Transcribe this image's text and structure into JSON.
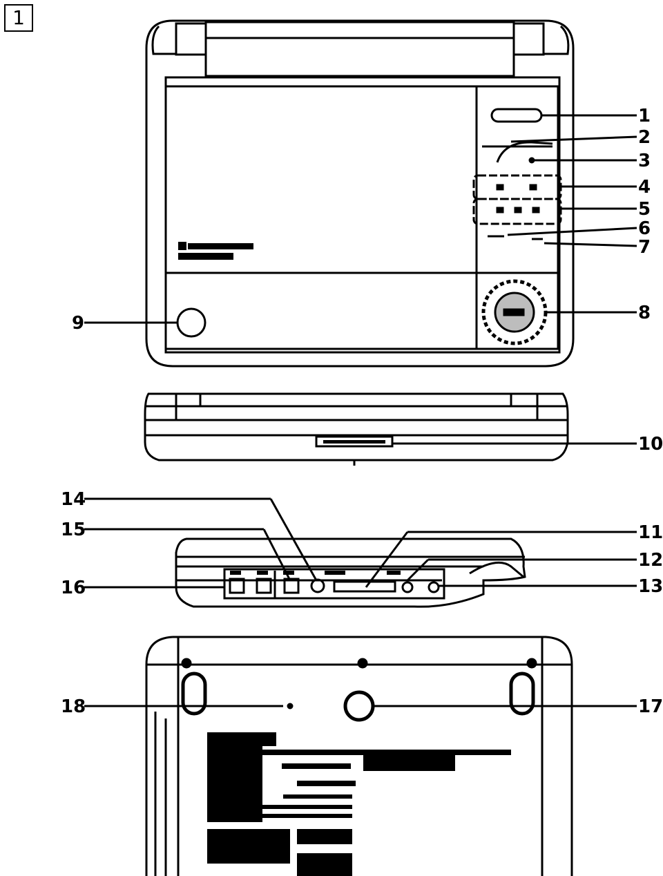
{
  "figure": {
    "number": "1",
    "callouts": [
      "1",
      "2",
      "3",
      "4",
      "5",
      "6",
      "7",
      "8",
      "9",
      "10",
      "11",
      "12",
      "13",
      "14",
      "15",
      "16",
      "17",
      "18"
    ]
  },
  "colors": {
    "ink": "#000000",
    "paper": "#ffffff",
    "grey": "#bdbdbd"
  }
}
